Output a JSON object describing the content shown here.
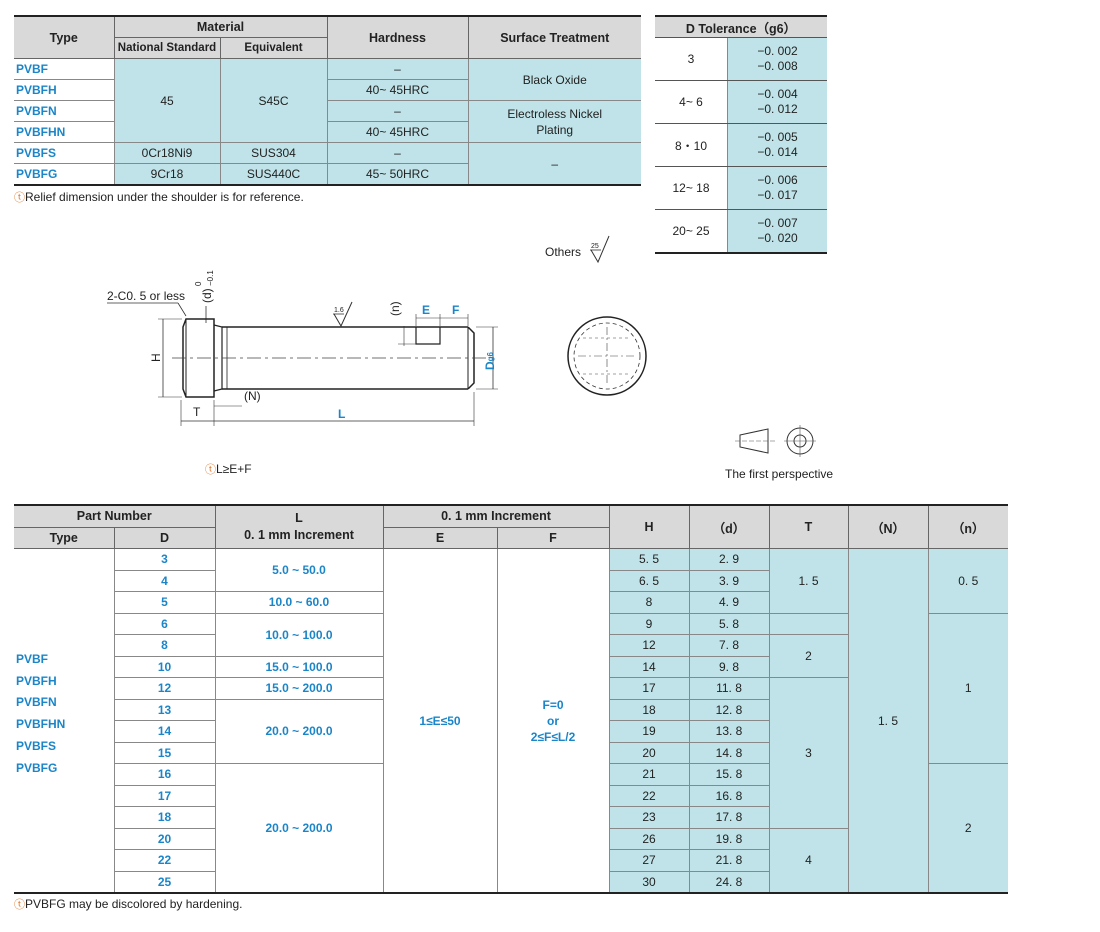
{
  "material_table": {
    "headers": {
      "type": "Type",
      "material": "Material",
      "national_standard": "National Standard",
      "equivalent": "Equivalent",
      "hardness": "Hardness",
      "surface_treatment": "Surface Treatment"
    },
    "types": [
      "PVBF",
      "PVBFH",
      "PVBFN",
      "PVBFHN",
      "PVBFS",
      "PVBFG"
    ],
    "national_45": "45",
    "equivalent_s45c": "S45C",
    "national_s": "0Cr18Ni9",
    "equivalent_s": "SUS304",
    "national_g": "9Cr18",
    "equivalent_g": "SUS440C",
    "hardness": [
      "–",
      "40~ 45HRC",
      "–",
      "40~ 45HRC",
      "–",
      "45~ 50HRC"
    ],
    "surface_black_oxide": "Black Oxide",
    "surface_nickel_1": "Electroless Nickel",
    "surface_nickel_2": "Plating",
    "surface_none": "–"
  },
  "note_relief": "Relief dimension under the shoulder is for reference.",
  "tolerance_table": {
    "header": "D Tolerance（g6）",
    "rows": [
      {
        "d": "3",
        "upper": "−0. 002",
        "lower": "−0. 008"
      },
      {
        "d": "4~ 6",
        "upper": "−0. 004",
        "lower": "−0. 012"
      },
      {
        "d": "8・10",
        "upper": "−0. 005",
        "lower": "−0. 014"
      },
      {
        "d": "12~ 18",
        "upper": "−0. 006",
        "lower": "−0. 017"
      },
      {
        "d": "20~ 25",
        "upper": "−0. 007",
        "lower": "−0. 020"
      }
    ]
  },
  "others_label": "Others",
  "roughness_25": "25",
  "roughness_16": "1.6",
  "drawing": {
    "chamfer": "2-C0. 5 or less",
    "d_dim": "(d)",
    "d_tol_upper": "0",
    "d_tol_lower": "−0.1",
    "h": "H",
    "t": "T",
    "n_upper": "(N)",
    "l": "L",
    "e": "E",
    "f": "F",
    "n_small": "(n)",
    "dg6": "D",
    "g6": "g6"
  },
  "note_l": "L≥E+F",
  "first_perspective": "The first perspective",
  "main_table": {
    "headers": {
      "part_number": "Part Number",
      "type": "Type",
      "d": "D",
      "l": "L",
      "l_sub": "0. 1 mm Increment",
      "ef": "0. 1 mm Increment",
      "e": "E",
      "f": "F",
      "h": "H",
      "dd": "（d）",
      "t": "T",
      "nn": "（N）",
      "n": "（n）"
    },
    "types": [
      "PVBF",
      "PVBFH",
      "PVBFN",
      "PVBFHN",
      "PVBFS",
      "PVBFG"
    ],
    "rows": [
      {
        "d": "3",
        "h": "5. 5",
        "dd": "2. 9"
      },
      {
        "d": "4",
        "h": "6. 5",
        "dd": "3. 9"
      },
      {
        "d": "5",
        "h": "8",
        "dd": "4. 9"
      },
      {
        "d": "6",
        "h": "9",
        "dd": "5. 8"
      },
      {
        "d": "8",
        "h": "12",
        "dd": "7. 8"
      },
      {
        "d": "10",
        "h": "14",
        "dd": "9. 8"
      },
      {
        "d": "12",
        "h": "17",
        "dd": "11. 8"
      },
      {
        "d": "13",
        "h": "18",
        "dd": "12. 8"
      },
      {
        "d": "14",
        "h": "19",
        "dd": "13. 8"
      },
      {
        "d": "15",
        "h": "20",
        "dd": "14. 8"
      },
      {
        "d": "16",
        "h": "21",
        "dd": "15. 8"
      },
      {
        "d": "17",
        "h": "22",
        "dd": "16. 8"
      },
      {
        "d": "18",
        "h": "23",
        "dd": "17. 8"
      },
      {
        "d": "20",
        "h": "26",
        "dd": "19. 8"
      },
      {
        "d": "22",
        "h": "27",
        "dd": "21. 8"
      },
      {
        "d": "25",
        "h": "30",
        "dd": "24. 8"
      }
    ],
    "l_ranges": [
      "5.0 ~ 50.0",
      "10.0 ~ 60.0",
      "10.0 ~ 100.0",
      "15.0 ~ 100.0",
      "15.0 ~ 200.0",
      "20.0 ~ 200.0",
      "20.0 ~ 200.0"
    ],
    "e_range": "1≤E≤50",
    "f_line1": "F=0",
    "f_line2": "or",
    "f_line3": "2≤F≤L/2",
    "t_values": [
      "1. 5",
      "2",
      "3",
      "4"
    ],
    "nn_value": "1. 5",
    "n_values": [
      "0. 5",
      "1",
      "2"
    ]
  },
  "note_pvbfg": "PVBFG may be discolored by hardening."
}
